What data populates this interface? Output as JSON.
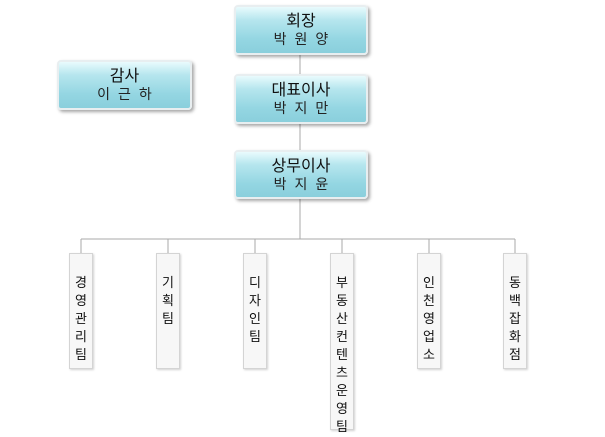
{
  "chairman": {
    "title": "회장",
    "name": "박원양"
  },
  "auditor": {
    "title": "감사",
    "name": "이근하"
  },
  "ceo": {
    "title": "대표이사",
    "name": "박지만"
  },
  "managing_director": {
    "title": "상무이사",
    "name": "박지윤"
  },
  "departments": [
    {
      "label": "경영관리팀"
    },
    {
      "label": "기획팀"
    },
    {
      "label": "디자인팀"
    },
    {
      "label": "부동산컨텐츠운영팀"
    },
    {
      "label": "인천영업소"
    },
    {
      "label": "동백잡화점"
    }
  ],
  "colors": {
    "box_fill": "#94d6e2",
    "line": "#aaaaaa",
    "dept_fill": "#f7f7f7"
  }
}
